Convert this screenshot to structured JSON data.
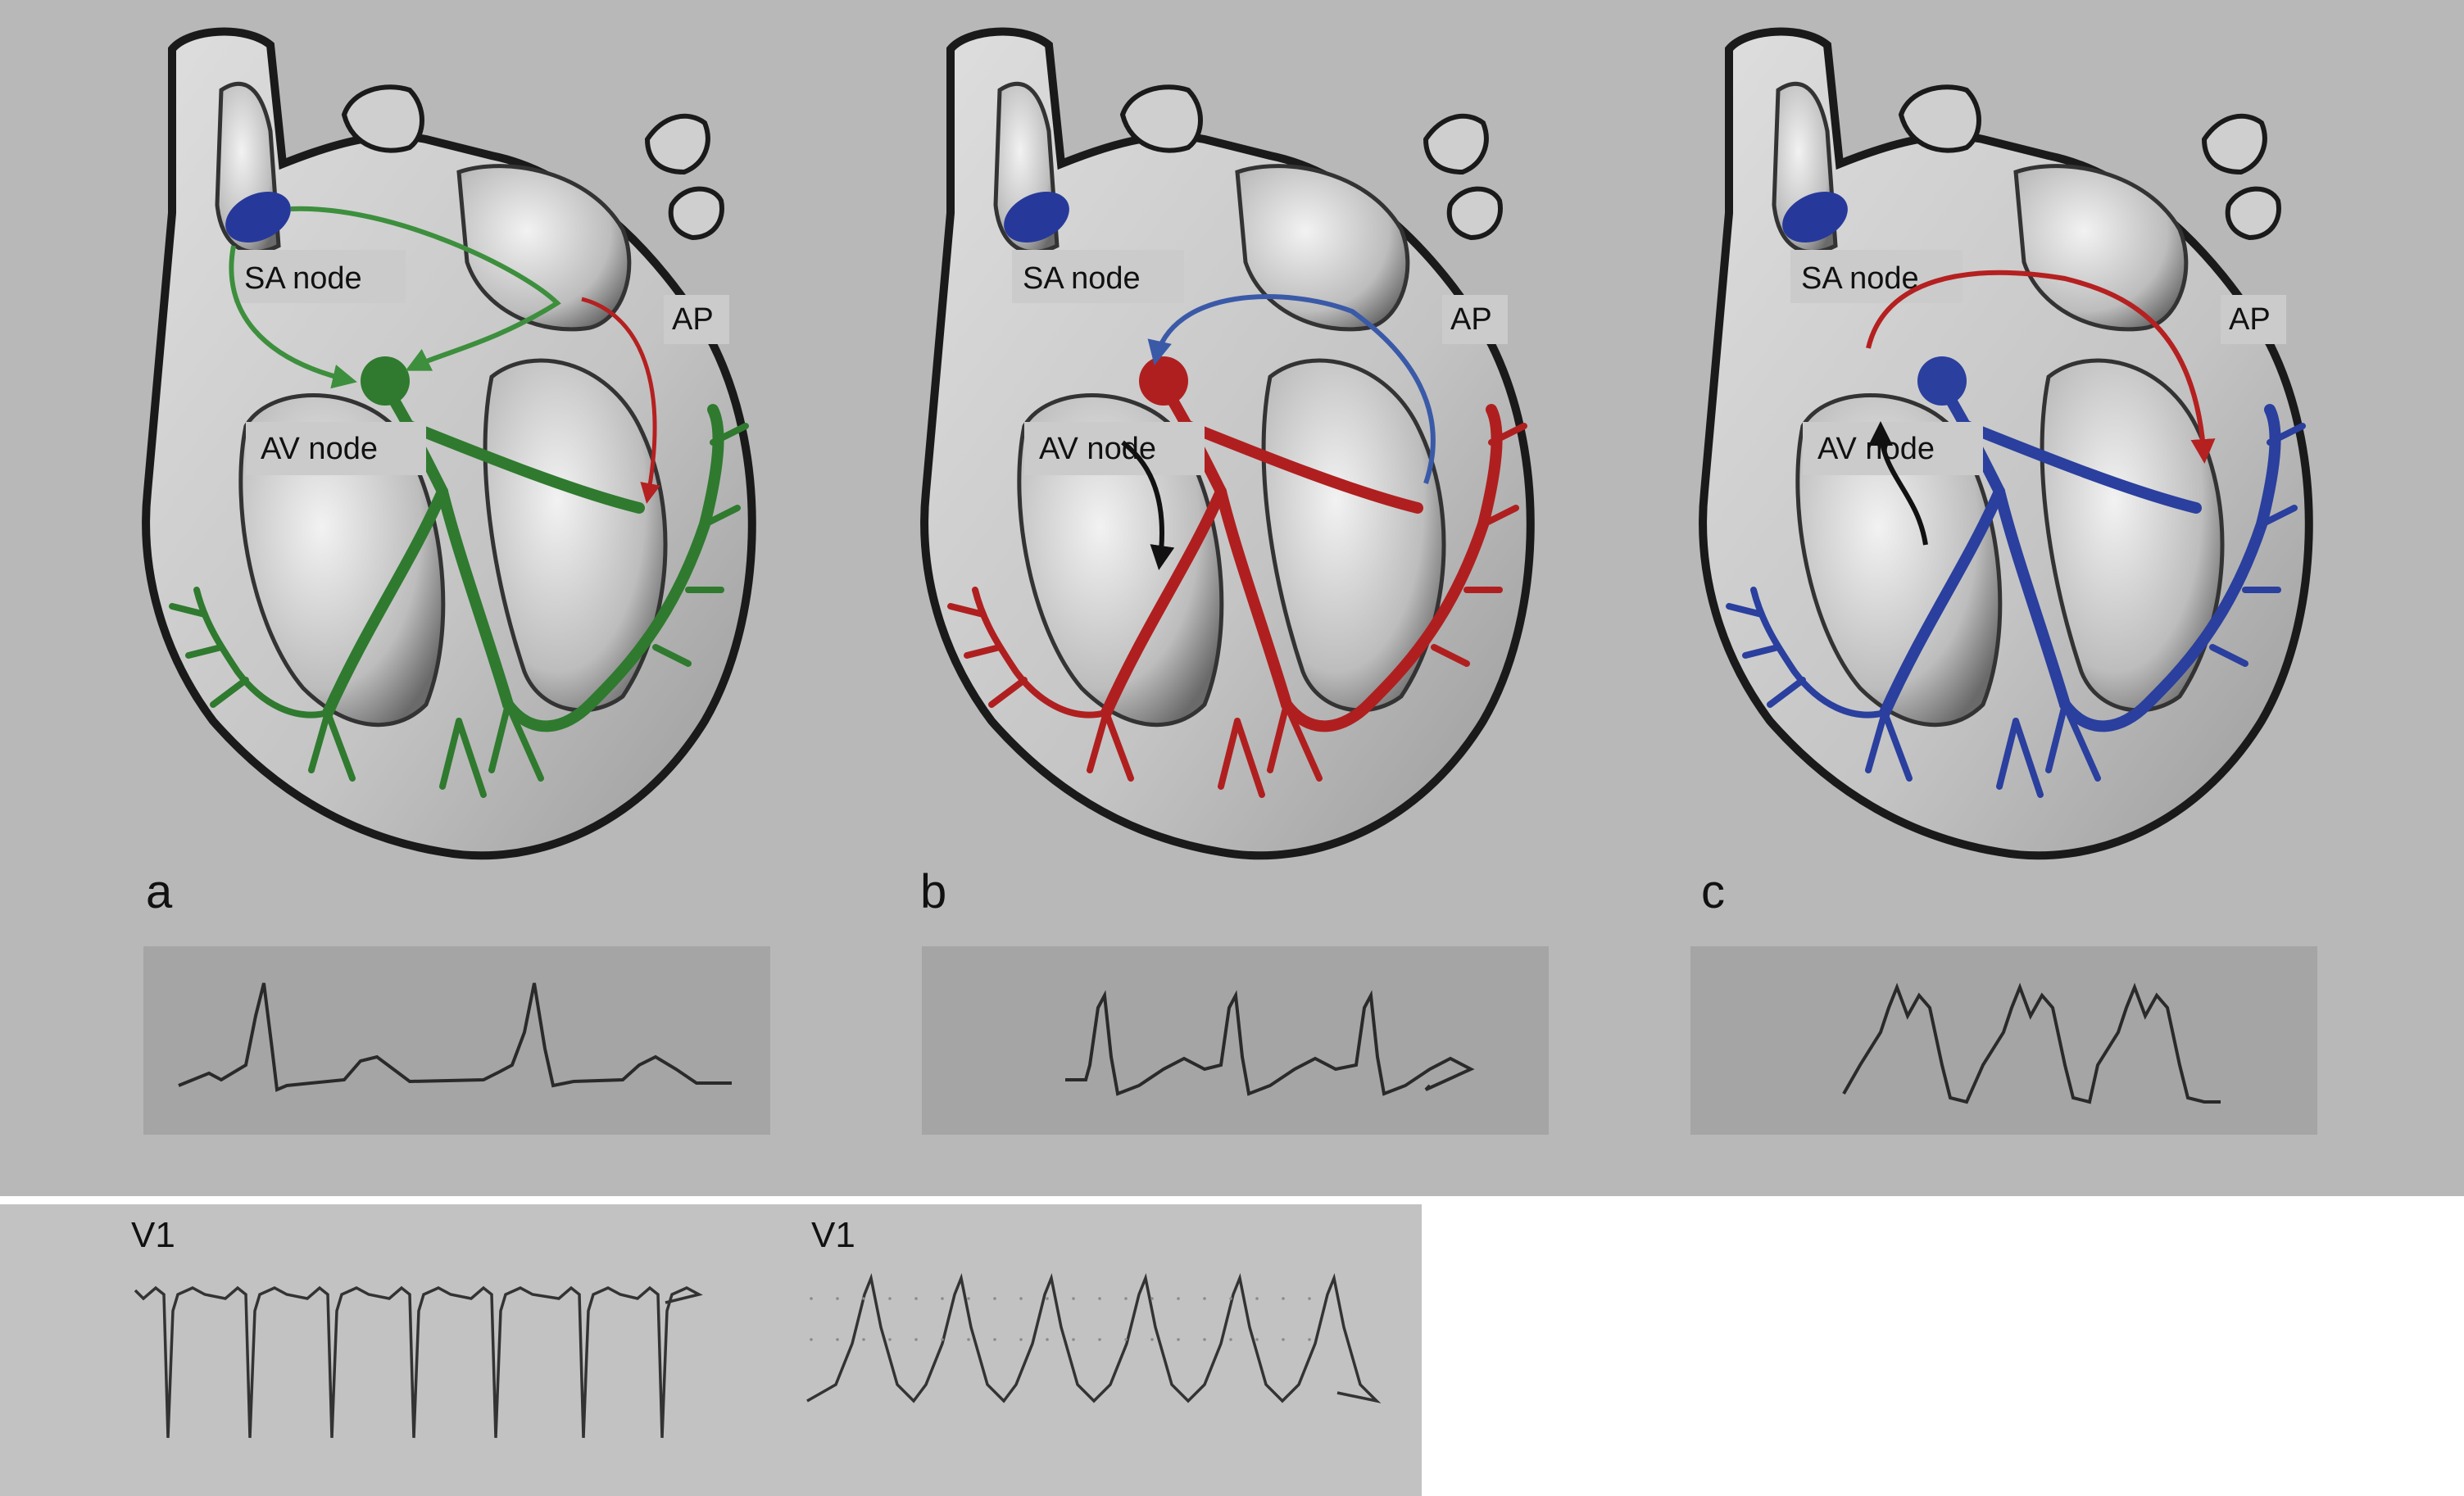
{
  "panels": [
    {
      "letter": "a",
      "sa_label": "SA node",
      "av_label": "AV node",
      "ap_label": "AP",
      "conduction_color": "#2f7a2f",
      "sa_color": "#26399b",
      "ecg": "narrow-sinus"
    },
    {
      "letter": "b",
      "sa_label": "SA node",
      "av_label": "AV node",
      "ap_label": "AP",
      "conduction_color": "#b01f1f",
      "sa_color": "#26399b",
      "ecg": "orthodromic-narrow"
    },
    {
      "letter": "c",
      "sa_label": "SA node",
      "av_label": "AV node",
      "ap_label": "AP",
      "conduction_color": "#2a3f9e",
      "sa_color": "#26399b",
      "ecg": "antidromic-wide"
    }
  ],
  "leads": [
    {
      "label": "V1",
      "ecg": "narrow-complex-tachycardia"
    },
    {
      "label": "V1",
      "ecg": "wide-complex-tachycardia"
    }
  ],
  "colors": {
    "background": "#b8b8b8",
    "ecg_box": "#a5a5a5",
    "green_arrow": "#3d8f3d",
    "red_arrow": "#b52020",
    "blue_arrow": "#3a5aa8",
    "black_arrow": "#111111"
  }
}
